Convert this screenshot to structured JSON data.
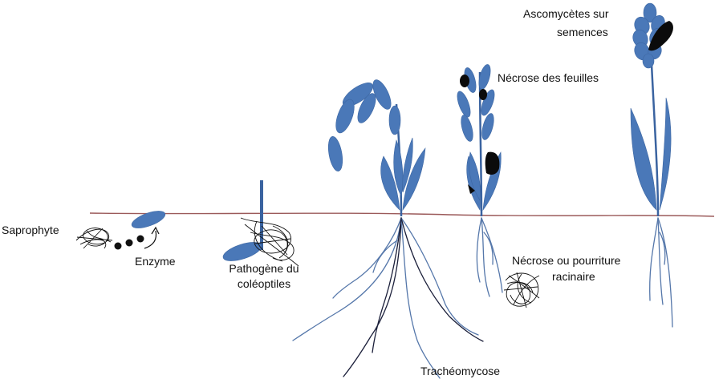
{
  "labels": {
    "saprophyte": "Saprophyte",
    "enzyme": "Enzyme",
    "pathogen_line1": "Pathogène du",
    "pathogen_line2": "coléoptiles",
    "tracheomycose": "Trachéomycose",
    "leaf_necrosis": "Nécrose des feuilles",
    "root_necrosis_line1": "Nécrose ou pourriture",
    "root_necrosis_line2": "racinaire",
    "ascomycetes_line1": "Ascomycètes sur",
    "ascomycetes_line2": "semences"
  },
  "colors": {
    "plant_blue": "#4a78b8",
    "soil_line": "#9b5a5a",
    "root_light": "#5577aa",
    "root_dark": "#1b1f3a",
    "lesion": "#0b0b0b"
  }
}
